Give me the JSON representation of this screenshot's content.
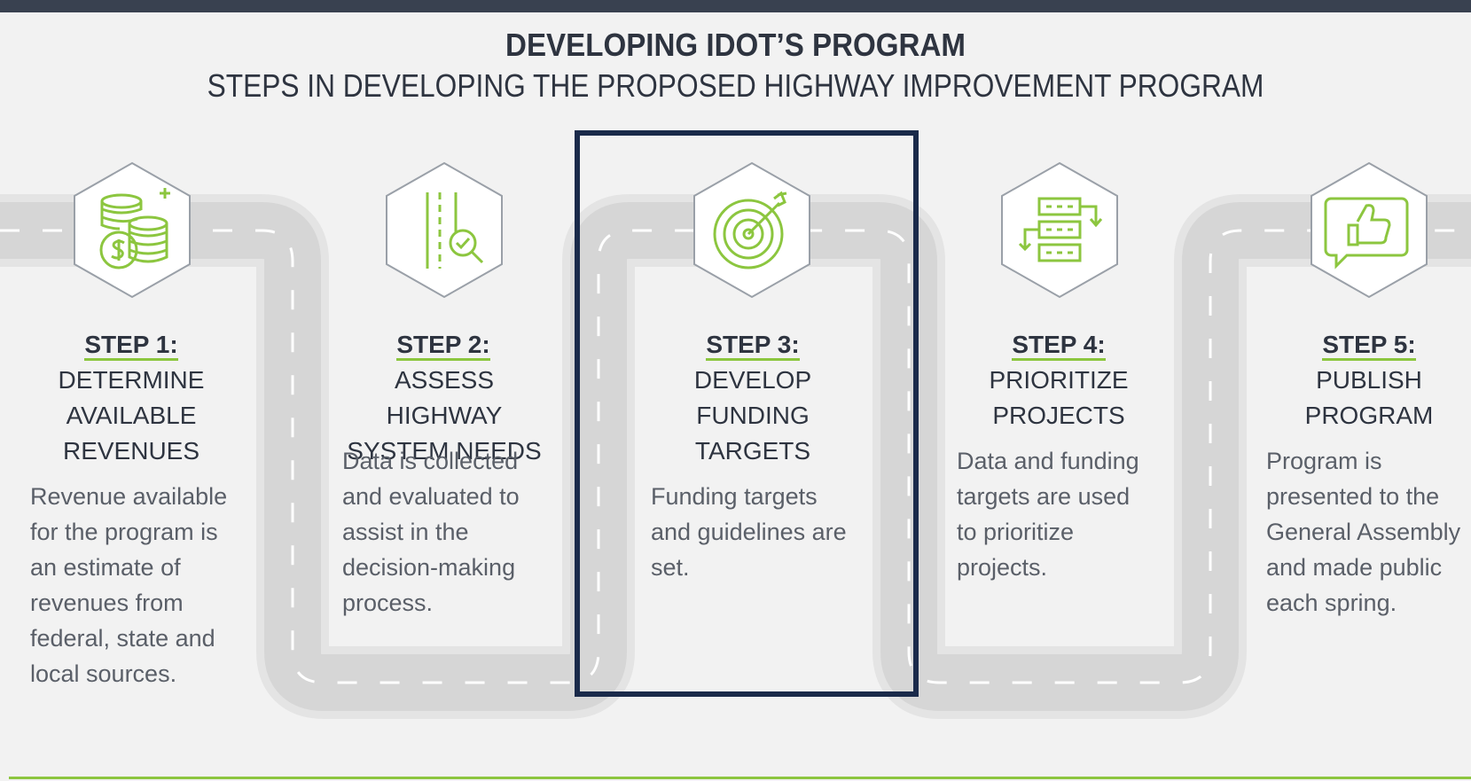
{
  "header": {
    "title": "DEVELOPING IDOT’S PROGRAM",
    "subtitle": "STEPS IN DEVELOPING THE PROPOSED HIGHWAY IMPROVEMENT PROGRAM"
  },
  "colors": {
    "accent_green": "#8cc63f",
    "navy": "#1a2a4a",
    "top_bar": "#394150",
    "road_gray": "#dcdcdc"
  },
  "highlighted_step": 3,
  "steps": [
    {
      "label": "STEP 1:",
      "title": "DETERMINE\nAVAILABLE\nREVENUES",
      "description": "Revenue available\nfor the program is\nan estimate of\nrevenues from\nfederal, state and\nlocal sources.",
      "icon": "coins-dollar-icon"
    },
    {
      "label": "STEP 2:",
      "title": "ASSESS HIGHWAY\nSYSTEM NEEDS",
      "description": "Data is collected\nand evaluated to\nassist in the\ndecision-making\nprocess.",
      "icon": "road-magnifier-check-icon"
    },
    {
      "label": "STEP 3:",
      "title": "DEVELOP\nFUNDING\nTARGETS",
      "description": "Funding targets\nand guidelines are\nset.",
      "icon": "target-arrow-icon"
    },
    {
      "label": "STEP 4:",
      "title": "PRIORITIZE\nPROJECTS",
      "description": "Data and funding\ntargets are used\nto prioritize\nprojects.",
      "icon": "prioritize-list-icon"
    },
    {
      "label": "STEP 5:",
      "title": "PUBLISH\nPROGRAM",
      "description": "Program is\npresented to the\nGeneral Assembly\nand made public\neach spring.",
      "icon": "thumbs-up-speech-icon"
    }
  ]
}
